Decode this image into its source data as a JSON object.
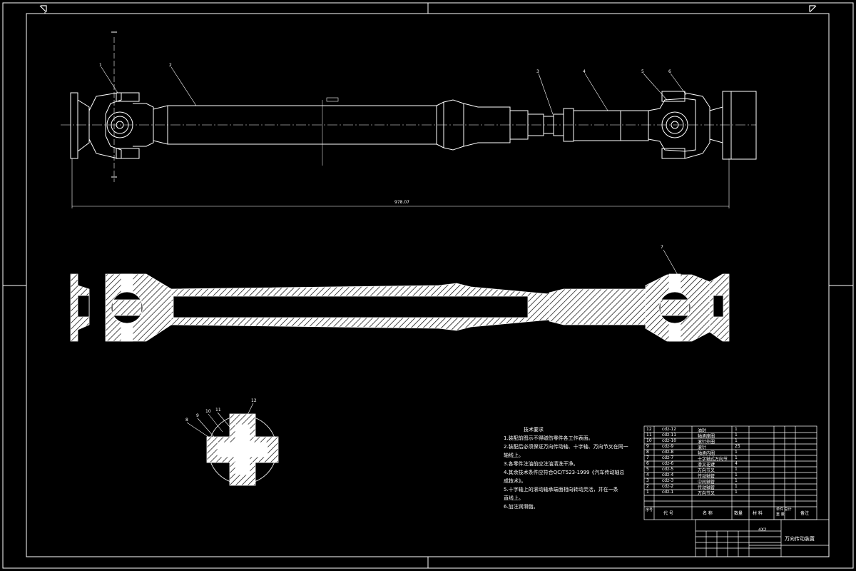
{
  "drawing": {
    "overall_dimension": "978.07",
    "balloons_top": [
      "1",
      "2",
      "3",
      "4",
      "5",
      "6"
    ],
    "balloon_section": "7",
    "balloons_cross": [
      "8",
      "9",
      "10",
      "11",
      "12"
    ]
  },
  "tech_requirements": {
    "title": "技术要求",
    "lines": [
      "1.装配前图示不得磁伤零件各工作表面。",
      "2.装配后必须保证万向传动轴、十字轴、万向节叉在同一",
      "轴线上。",
      "3.各零件注油前应注油清洗干净。",
      "4.其余技术条件应符合QC/T523-1999《汽车传动轴总",
      "成技术》。",
      "5.十字轴上的滚动轴承端面相向转动灵活，并在一条",
      "直线上。",
      "6.加注润滑脂。"
    ]
  },
  "bom": {
    "rows": [
      {
        "no": "12",
        "code": "cdz-12",
        "name": "油封",
        "qty": "1"
      },
      {
        "no": "11",
        "code": "cdz-11",
        "name": "轴承座圈",
        "qty": "1"
      },
      {
        "no": "10",
        "code": "cdz-10",
        "name": "滚针外圈",
        "qty": "1"
      },
      {
        "no": "9",
        "code": "cdz-9",
        "name": "滚针",
        "qty": "25"
      },
      {
        "no": "8",
        "code": "cdz-8",
        "name": "轴承内圈",
        "qty": "1"
      },
      {
        "no": "7",
        "code": "cdz-7",
        "name": "十字轴式万向节",
        "qty": "1"
      },
      {
        "no": "6",
        "code": "cdz-6",
        "name": "滑叉花键",
        "qty": "4"
      },
      {
        "no": "5",
        "code": "cdz-5",
        "name": "万向节叉",
        "qty": "1"
      },
      {
        "no": "4",
        "code": "cdz-4",
        "name": "传动轴管",
        "qty": "1"
      },
      {
        "no": "3",
        "code": "cdz-3",
        "name": "中间轴管",
        "qty": "1"
      },
      {
        "no": "2",
        "code": "cdz-2",
        "name": "传动轴管",
        "qty": "1"
      },
      {
        "no": "1",
        "code": "cdz-1",
        "name": "万向节叉",
        "qty": "1"
      }
    ],
    "header": {
      "no": "序号",
      "code": "代 号",
      "name": "名 称",
      "qty": "数量",
      "material": "材 料",
      "weight": "单件 总计\n重 量",
      "remark": "备注"
    }
  },
  "title_block": {
    "label": "4X2",
    "drawing_name": "万向传动装置"
  }
}
